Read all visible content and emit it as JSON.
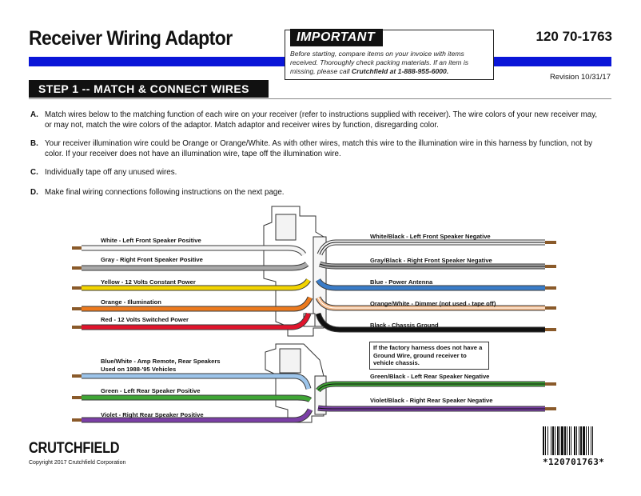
{
  "header": {
    "title": "Receiver Wiring Adaptor",
    "doc_number": "120 70-1763",
    "revision": "Revision 10/31/17"
  },
  "important": {
    "tag": "IMPORTANT",
    "text_pre": "Before starting, compare items on your invoice with items received.  Thoroughly check packing materials.  If an item is missing, please call ",
    "text_bold": "Crutchfield at 1-888-955-6000."
  },
  "step": {
    "title": "STEP 1 -- MATCH & CONNECT WIRES"
  },
  "instructions": [
    {
      "letter": "A.",
      "text": "Match wires below to the matching function of each wire on your receiver (refer to instructions supplied with receiver).  The wire colors of your new receiver may, or may not, match the wire colors of the adaptor.  Match adaptor and receiver wires by function, disregarding color."
    },
    {
      "letter": "B.",
      "text": "Your receiver illumination wire could be Orange or Orange/White.  As with other wires, match this wire to the illumination wire in this harness by function, not by color.  If your receiver does not have an illumination wire, tape off the illumination wire."
    },
    {
      "letter": "C.",
      "text": "Individually tape off any unused wires."
    },
    {
      "letter": "D.",
      "text": "Make final wiring connections following instructions on the next page."
    }
  ],
  "left_wires": [
    {
      "label": "White - Left Front Speaker Positive",
      "color": "#f4f4f4"
    },
    {
      "label": "Gray - Right Front Speaker Positive",
      "color": "#a9a9a9"
    },
    {
      "label": "Yellow - 12 Volts Constant Power",
      "color": "#f2d400"
    },
    {
      "label": "Orange - Illumination",
      "color": "#ec7a1e"
    },
    {
      "label": "Red - 12 Volts Switched Power",
      "color": "#e0142c"
    },
    {
      "label": "Blue/White - Amp Remote, Rear Speakers",
      "color": "#9cc4ea"
    },
    {
      "label": "Green - Left Rear Speaker Positive",
      "color": "#3fa535"
    },
    {
      "label": "Violet - Right Rear Speaker Positive",
      "color": "#7b3fa6"
    }
  ],
  "left_wire_sub": "Used on 1988-'95 Vehicles",
  "right_wires": [
    {
      "label": "White/Black - Left Front Speaker Negative",
      "color": "#f4f4f4"
    },
    {
      "label": "Gray/Black - Right Front Speaker Negative",
      "color": "#a9a9a9"
    },
    {
      "label": "Blue - Power Antenna",
      "color": "#3a7cc8"
    },
    {
      "label": "Orange/White - Dimmer (not used - tape off)",
      "color": "#f3b98a"
    },
    {
      "label": "Black - Chassis Ground",
      "color": "#111111"
    },
    {
      "label": "Green/Black - Left Rear Speaker Negative",
      "color": "#3fa535"
    },
    {
      "label": "Violet/Black - Right Rear Speaker Negative",
      "color": "#7b3fa6"
    }
  ],
  "ground_note": "If the factory harness does not have a Ground Wire, ground receiver to vehicle chassis.",
  "footer": {
    "logo": "CRUTCHFIELD",
    "copyright": "Copyright 2017  Crutchfield Corporation",
    "barcode_text": "*120701763*"
  },
  "colors": {
    "accent_blue": "#0a16d8",
    "black": "#111111"
  }
}
